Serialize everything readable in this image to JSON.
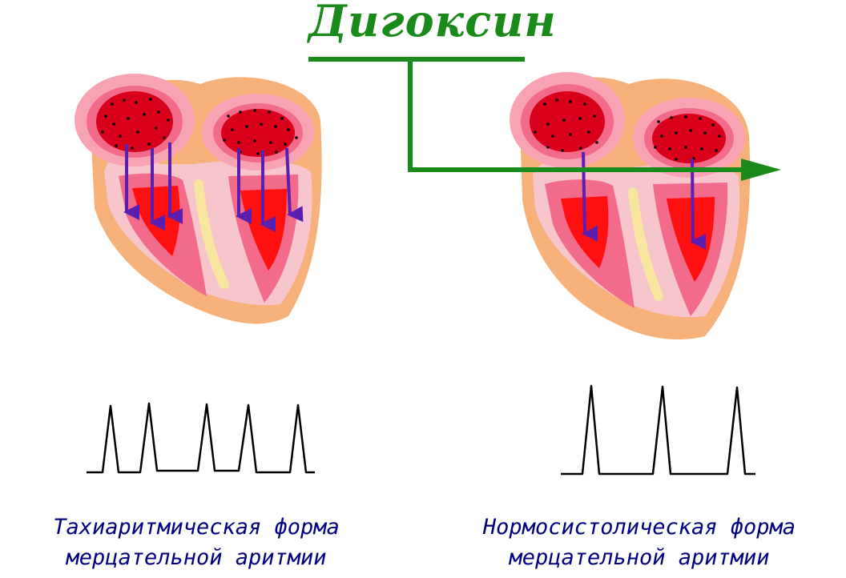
{
  "title": "Дигоксин",
  "left_panel": {
    "caption_line1": "Тахиаритмическая форма",
    "caption_line2": "мерцательной аритмии",
    "pulse_count": 5
  },
  "right_panel": {
    "caption_line1": "Нормосистолическая форма",
    "caption_line2": "мерцательной аритмии",
    "pulse_count": 3
  },
  "colors": {
    "arrow_green": "#1a8a1a",
    "impulse_arrow": "#5a1fb0",
    "caption_text": "#000080",
    "heart_outer": "#f6b07a",
    "heart_pink": "#f7a3b4",
    "atrium_red": "#d8001a",
    "ventricle_red": "#ff1010"
  }
}
